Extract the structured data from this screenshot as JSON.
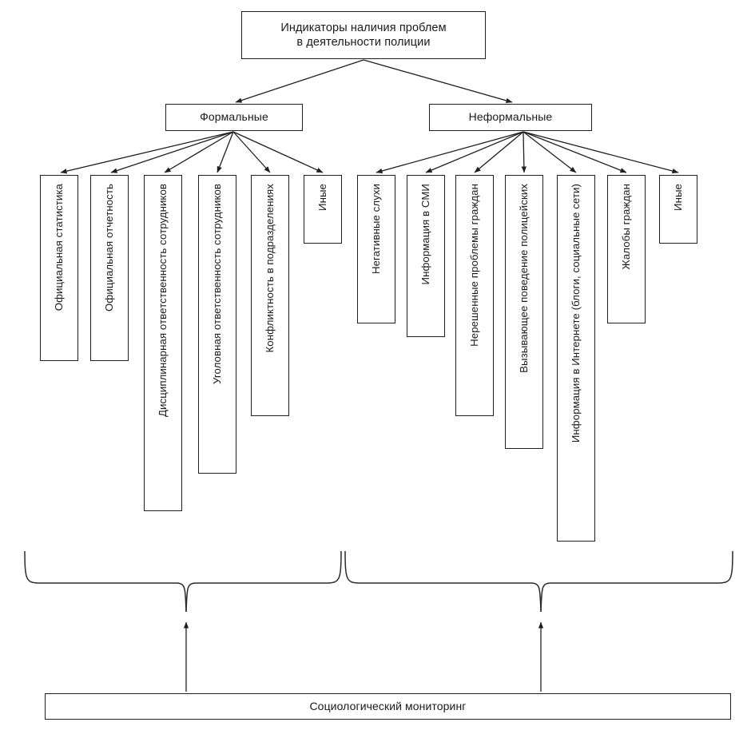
{
  "diagram": {
    "title_node": {
      "label": "Индикаторы наличия проблем\nв деятельности полиции",
      "line1": "Индикаторы наличия проблем",
      "line2": "в деятельности полиции"
    },
    "categories": [
      {
        "id": "formal",
        "label": "Формальные"
      },
      {
        "id": "informal",
        "label": "Неформальные"
      }
    ],
    "formal_items": [
      {
        "label": "Официальная статистика"
      },
      {
        "label": "Официальная отчетность"
      },
      {
        "label": "Дисциплинарная ответственность сотрудников"
      },
      {
        "label": "Уголовная ответственность сотрудников"
      },
      {
        "label": "Конфликтность в подразделениях"
      },
      {
        "label": "Иные"
      }
    ],
    "informal_items": [
      {
        "label": "Негативные слухи"
      },
      {
        "label": "Информация в СМИ"
      },
      {
        "label": "Нерешенные проблемы граждан"
      },
      {
        "label": "Вызывающее поведение полицейских"
      },
      {
        "label": "Информация в Интернете (блоги, социальные сети)"
      },
      {
        "label": "Жалобы граждан"
      },
      {
        "label": "Иные"
      }
    ],
    "bottom_node": {
      "label": "Социологический мониторинг"
    },
    "colors": {
      "stroke": "#1f1f1f",
      "brace_stroke": "#2b2b2b",
      "background": "#ffffff",
      "text": "#1a1a1a"
    }
  }
}
